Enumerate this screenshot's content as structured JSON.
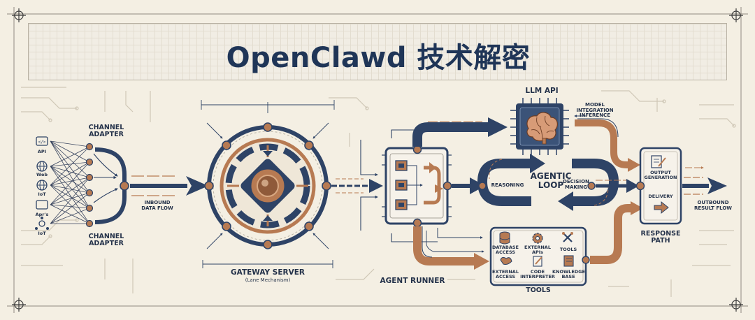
{
  "title": "OpenClawd 技术解密",
  "channel_adapter": {
    "label_top": "CHANNEL\nADAPTER",
    "label_bottom": "CHANNEL\nADAPTER",
    "inputs": [
      "API",
      "Web",
      "IoT",
      "Apr's",
      "IoT"
    ],
    "flow_label": "INBOUND\nDATA FLOW"
  },
  "gateway": {
    "title": "GATEWAY SERVER",
    "subtitle": "(Lane Mechanism)"
  },
  "agent_runner": {
    "label": "AGENT RUNNER"
  },
  "llm": {
    "label": "LLM API",
    "side_label": "MODEL\nINTEGRATION\nINFERENCE"
  },
  "agentic_loop": {
    "title": "AGENTIC\nLOOP",
    "left_label": "REASONING",
    "right_label": "DECISION\nMAKING"
  },
  "tools": {
    "title": "TOOLS",
    "items": [
      "DATABASE\nACCESS",
      "EXTERNAL\nAPIs",
      "TOOLS",
      "EXTERNAL\nACCESS",
      "CODE\nINTERPRETER",
      "KNOWLEDGE\nBASE"
    ]
  },
  "response": {
    "output_label": "OUTPUT\nGENERATION",
    "delivery_label": "DELIVERY",
    "path_label": "RESPONSE\nPATH",
    "outbound_label": "OUTBOUND\nRESULT FLOW"
  },
  "colors": {
    "navy": "#2e4366",
    "copper": "#b77a52",
    "background": "#f4efe3",
    "text": "#24324a"
  }
}
